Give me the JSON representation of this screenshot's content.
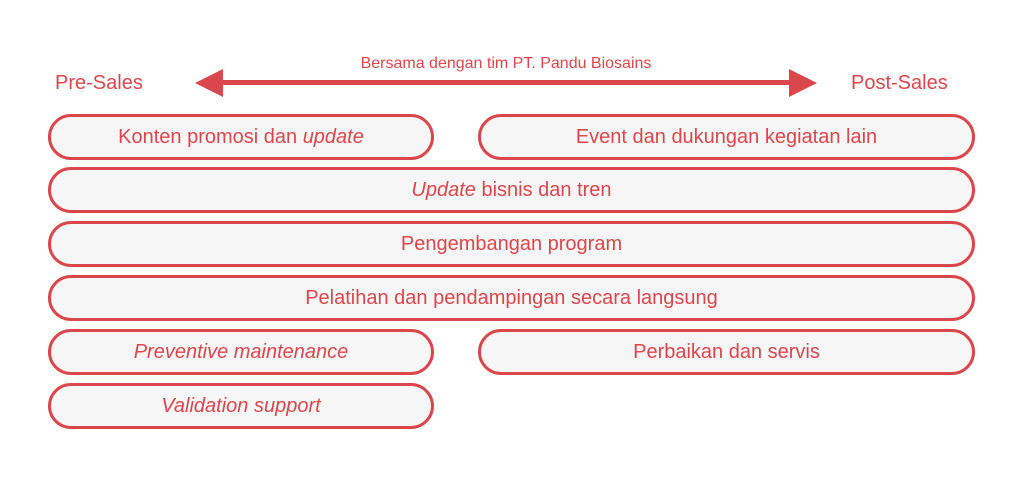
{
  "header": {
    "pre_sales": "Pre-Sales",
    "post_sales": "Post-Sales",
    "arrow_caption": "Bersama dengan tim PT. Pandu Biosains"
  },
  "colors": {
    "accent": "#d9474c",
    "pill_fill": "#f6f6f6"
  },
  "services": {
    "konten": {
      "text": "Konten promosi dan ",
      "italic": "update"
    },
    "event": {
      "text": "Event dan dukungan kegiatan lain"
    },
    "update_bisnis": {
      "italic": "Update",
      "text": " bisnis dan tren"
    },
    "pengembangan": {
      "text": "Pengembangan program"
    },
    "pelatihan": {
      "text": "Pelatihan dan pendampingan secara langsung"
    },
    "preventive": {
      "italic": "Preventive maintenance"
    },
    "perbaikan": {
      "text": "Perbaikan dan servis"
    },
    "validation": {
      "italic": "Validation support"
    }
  }
}
